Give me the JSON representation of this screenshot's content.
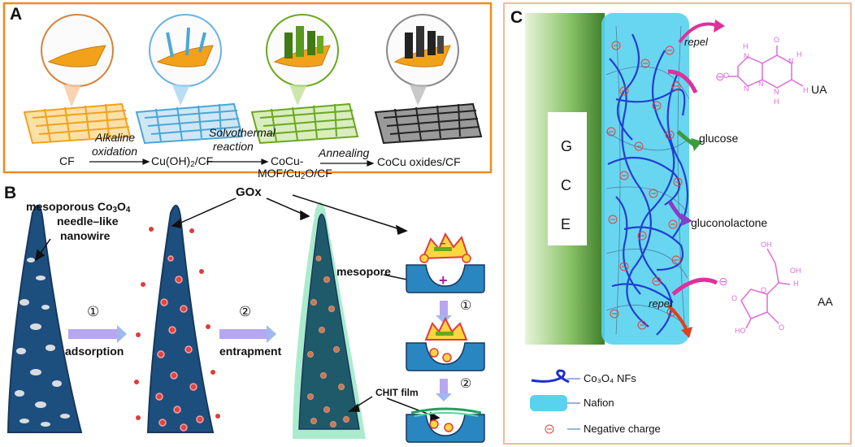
{
  "colors": {
    "frame_orange": "#f08a1e",
    "frame_c": "#f3b99b",
    "cf_orange": "#f2a21a",
    "copper_blue": "#4aa6d8",
    "mof_green": "#6aa81e",
    "oxide_black": "#222222",
    "nanowire_blue": "#1d4f7e",
    "gox_red": "#e23b3b",
    "chit_green": "#55d69a",
    "gce_green": "#4f9a3a",
    "nafion_cyan": "#58d2ee",
    "nf_blue": "#1a2fd0",
    "molecule_pink": "#e06bd6",
    "arrow_magenta": "#e0309a",
    "arrow_green": "#3c9a3c",
    "arrow_purple": "#8a3cc8",
    "arrow_red": "#e04020"
  },
  "panel_a": {
    "letter": "A",
    "stages": [
      "CF",
      "Cu(OH)",
      "/CF",
      "CoCu-",
      "MOF/Cu",
      "O/CF",
      "CoCu oxides/CF"
    ],
    "steps": [
      "Alkaline",
      "oxidation",
      "Solvothermal",
      "reaction",
      "Annealing"
    ],
    "subscripts": [
      "2",
      "2"
    ]
  },
  "panel_b": {
    "letter": "B",
    "title_line1": "mesoporous Co",
    "title_sub1": "3",
    "title_mid": "O",
    "title_sub2": "4",
    "title_line2": "needle–like",
    "title_line3": "nanowire",
    "gox": "GOx",
    "mesopore": "mesopore",
    "step1_num": "①",
    "step1": "adsorption",
    "step2_num": "②",
    "step2": "entrapment",
    "chit": "CHIT film",
    "minus": "−",
    "plus": "+"
  },
  "panel_c": {
    "letter": "C",
    "gce": [
      "G",
      "C",
      "E"
    ],
    "repel": "repel",
    "ua": "UA",
    "glucose": "glucose",
    "gluconolactone": "gluconolactone",
    "aa": "AA",
    "legend": {
      "nfs": "Co₃O₄ NFs",
      "nafion": "Nafion",
      "negative": "Negative charge"
    },
    "molecule_atoms": {
      "ua_h1": "H",
      "ua_n1": "N",
      "ua_h2": "H",
      "ua_n2": "N",
      "ua_o1": "O",
      "ua_n3": "N",
      "ua_h3": "H",
      "ua_o2": "O",
      "ua_n4": "N",
      "ua_h4": "H",
      "ua_n5": "N",
      "aa_oh1": "OH",
      "aa_oh2": "OH",
      "aa_h": "H",
      "aa_o1": "O",
      "aa_o2": "O",
      "aa_ho": "HO",
      "aa_o3": "O"
    },
    "minus_glyph": "⊖"
  }
}
